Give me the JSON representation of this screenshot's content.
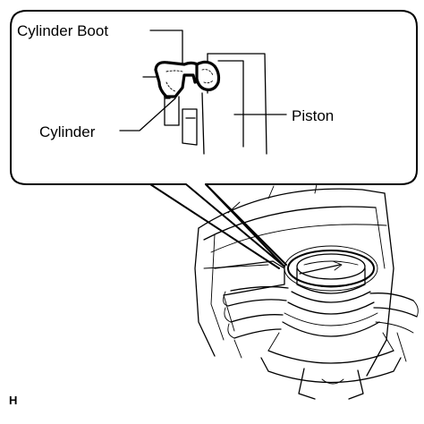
{
  "diagram": {
    "callout_labels": {
      "cylinder_boot": "Cylinder Boot",
      "cylinder": "Cylinder",
      "piston": "Piston"
    },
    "figure_code": "H"
  }
}
